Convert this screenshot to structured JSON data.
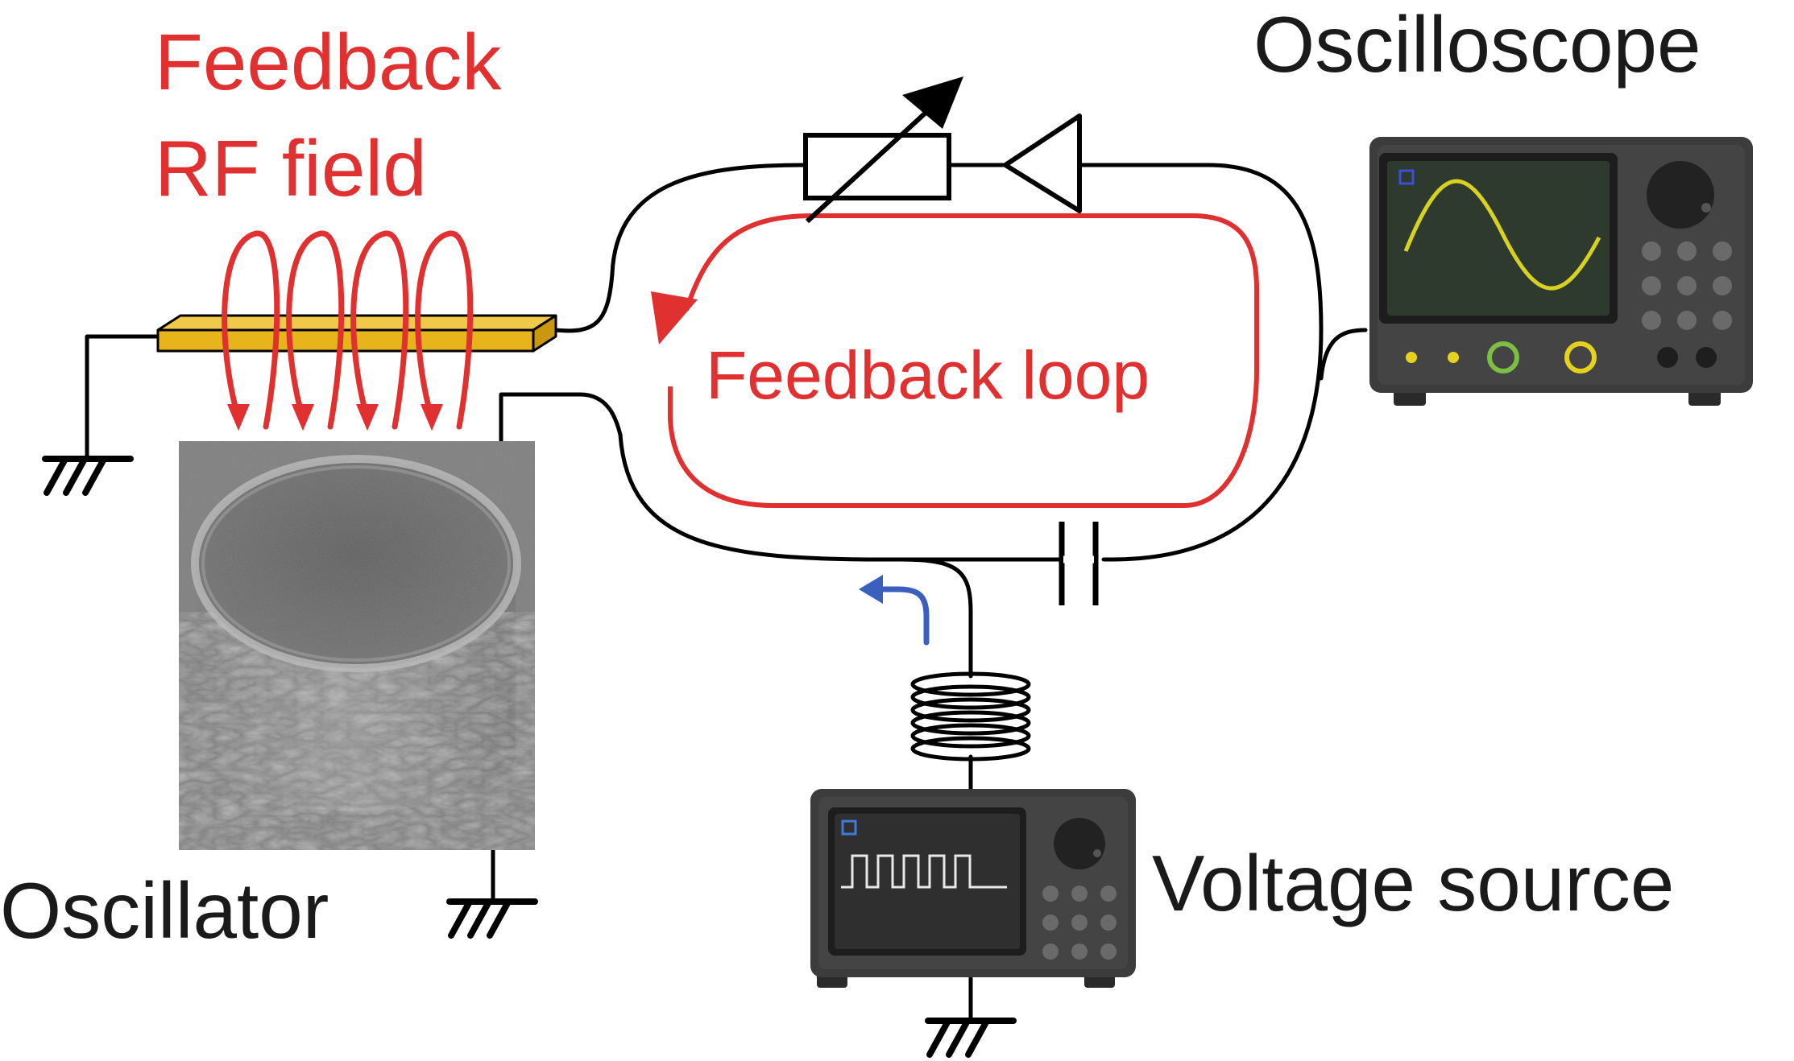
{
  "labels": {
    "feedback_rf_line1": "Feedback",
    "feedback_rf_line2": "RF field",
    "oscilloscope": "Oscilloscope",
    "feedback_loop": "Feedback loop",
    "oscillator": "Oscillator",
    "voltage_source": "Voltage source"
  },
  "colors": {
    "wire": "#000000",
    "feedback_red": "#e03030",
    "current_arrow_blue": "#3a5fbf",
    "stripline_gold": "#e8b41c",
    "instrument_body": "#3c3c3c",
    "scope_screen": "#2e3a2e",
    "sine_trace": "#d9d120",
    "square_trace": "#e8e8e8",
    "knob_green": "#7bc043",
    "knob_yellow": "#e6d21e"
  },
  "icons": {
    "variable_attenuator": "variable-resistor-icon",
    "amplifier": "amplifier-triangle-icon",
    "capacitor": "capacitor-icon",
    "inductor": "coil-inductor-icon",
    "ground": "ground-symbol-icon",
    "oscilloscope": "oscilloscope-icon",
    "voltage_source": "function-generator-icon",
    "oscillator_image": "pillar-sem-image"
  }
}
